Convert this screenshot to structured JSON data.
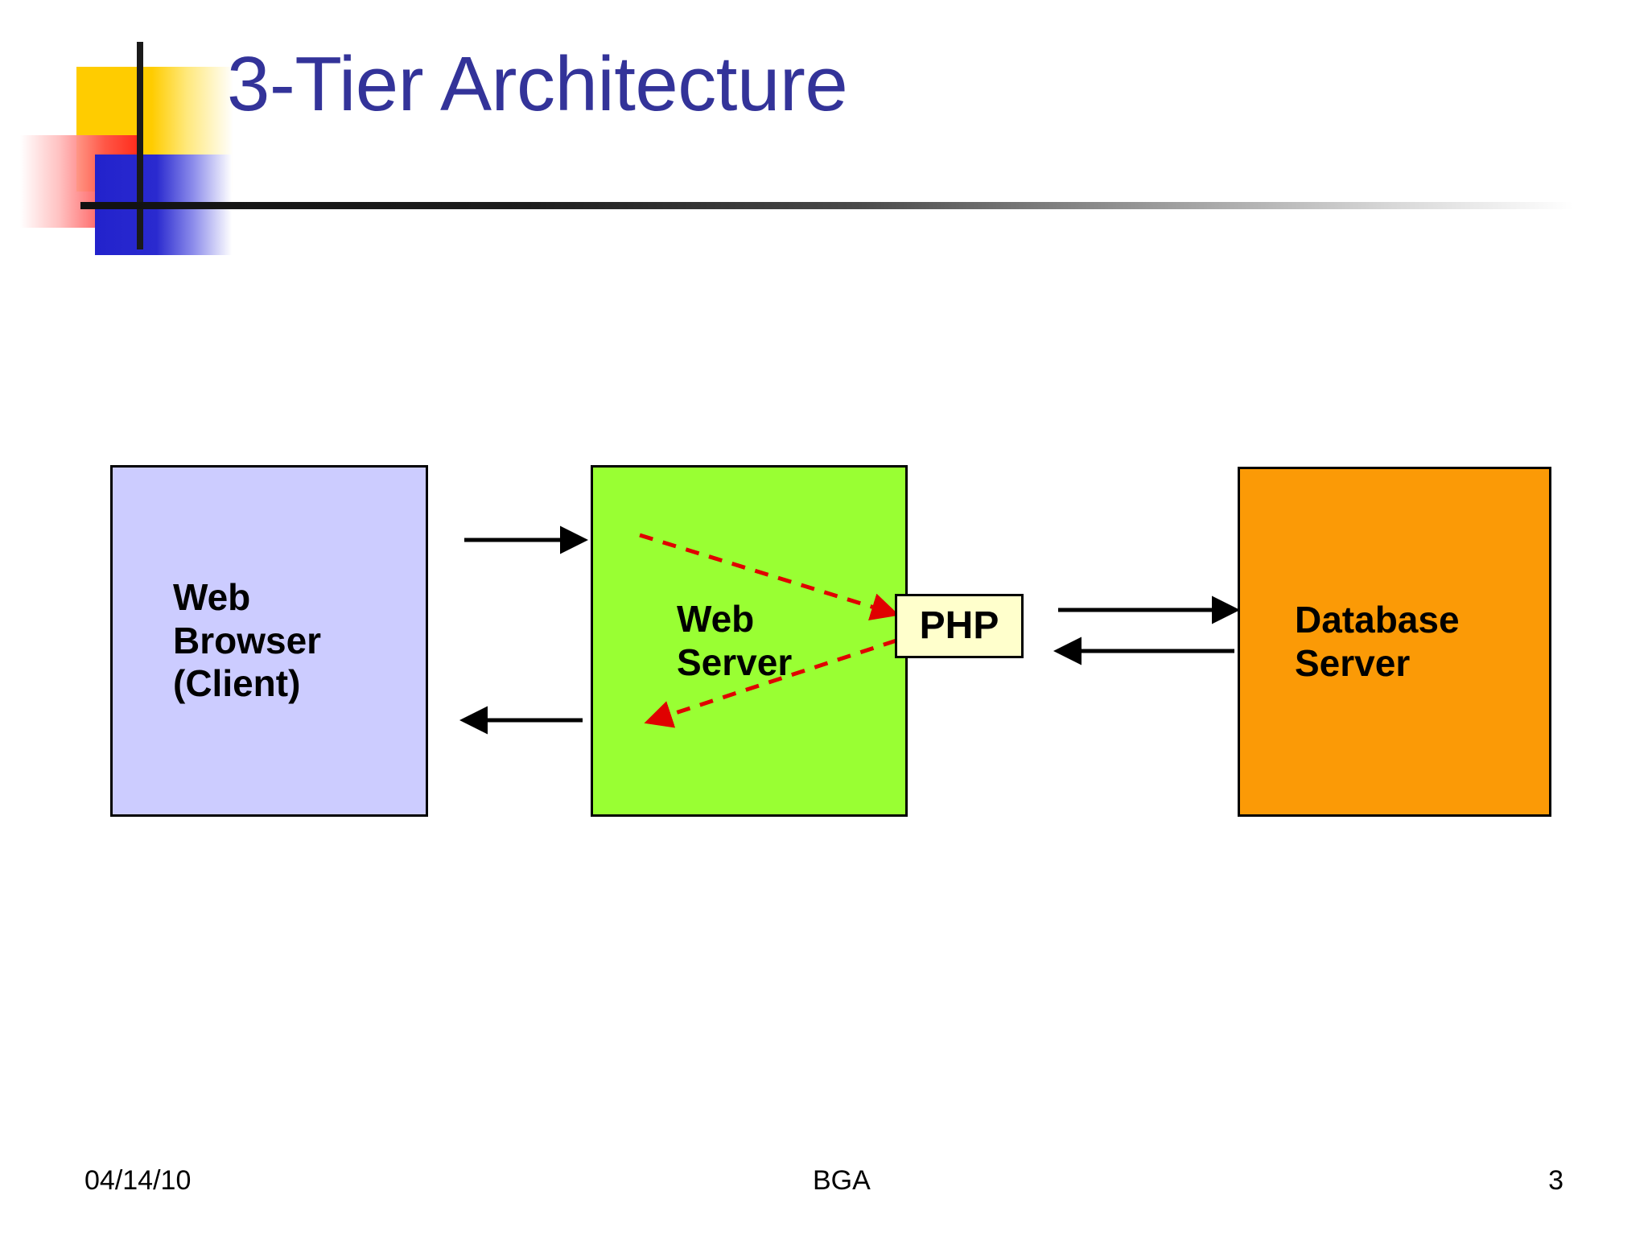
{
  "slide": {
    "title": "3-Tier Architecture",
    "title_color": "#333399"
  },
  "logo": {
    "yellow": "#FFCC00",
    "red": "#FF1A1A",
    "blue": "#2222CC",
    "rule": "#1A1A1A"
  },
  "diagram": {
    "boxes": [
      {
        "id": "browser",
        "label": "Web\nBrowser\n(Client)",
        "fill": "#CCCCFF",
        "border": "#000000"
      },
      {
        "id": "webserver",
        "label": "Web\nServer",
        "fill": "#99FF33",
        "border": "#000000"
      },
      {
        "id": "php",
        "label": "PHP",
        "fill": "#FFFFCC",
        "border": "#000000"
      },
      {
        "id": "database",
        "label": "Database\nServer",
        "fill": "#FB9A06",
        "border": "#000000"
      }
    ],
    "connectors": [
      {
        "id": "browser-to-webserver",
        "from": "browser",
        "to": "webserver",
        "direction": "right",
        "style": "solid",
        "color": "#000000"
      },
      {
        "id": "webserver-to-browser",
        "from": "webserver",
        "to": "browser",
        "direction": "left",
        "style": "solid",
        "color": "#000000"
      },
      {
        "id": "webserver-to-php",
        "from": "webserver",
        "to": "php",
        "direction": "right",
        "style": "dashed",
        "color": "#E00000"
      },
      {
        "id": "php-to-webserver",
        "from": "php",
        "to": "webserver",
        "direction": "left",
        "style": "dashed",
        "color": "#E00000"
      },
      {
        "id": "php-to-database",
        "from": "php",
        "to": "database",
        "direction": "right",
        "style": "solid",
        "color": "#000000"
      },
      {
        "id": "database-to-php",
        "from": "database",
        "to": "php",
        "direction": "left",
        "style": "solid",
        "color": "#000000"
      }
    ]
  },
  "footer": {
    "date": "04/14/10",
    "label": "BGA",
    "page": "3"
  }
}
